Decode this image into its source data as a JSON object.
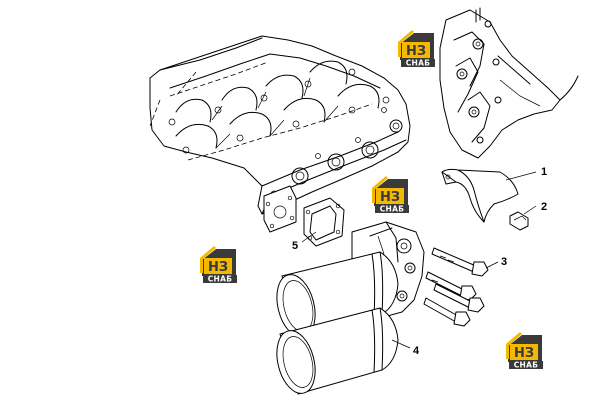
{
  "callouts": {
    "c1": "1",
    "c2": "2",
    "c3": "3",
    "c4": "4",
    "c5": "5"
  },
  "watermark": {
    "brand_letters": "НЗ",
    "caption": "СНАБ",
    "colors": {
      "yellow": "#f5b800",
      "dark": "#3a3a3a",
      "white": "#ffffff"
    }
  }
}
